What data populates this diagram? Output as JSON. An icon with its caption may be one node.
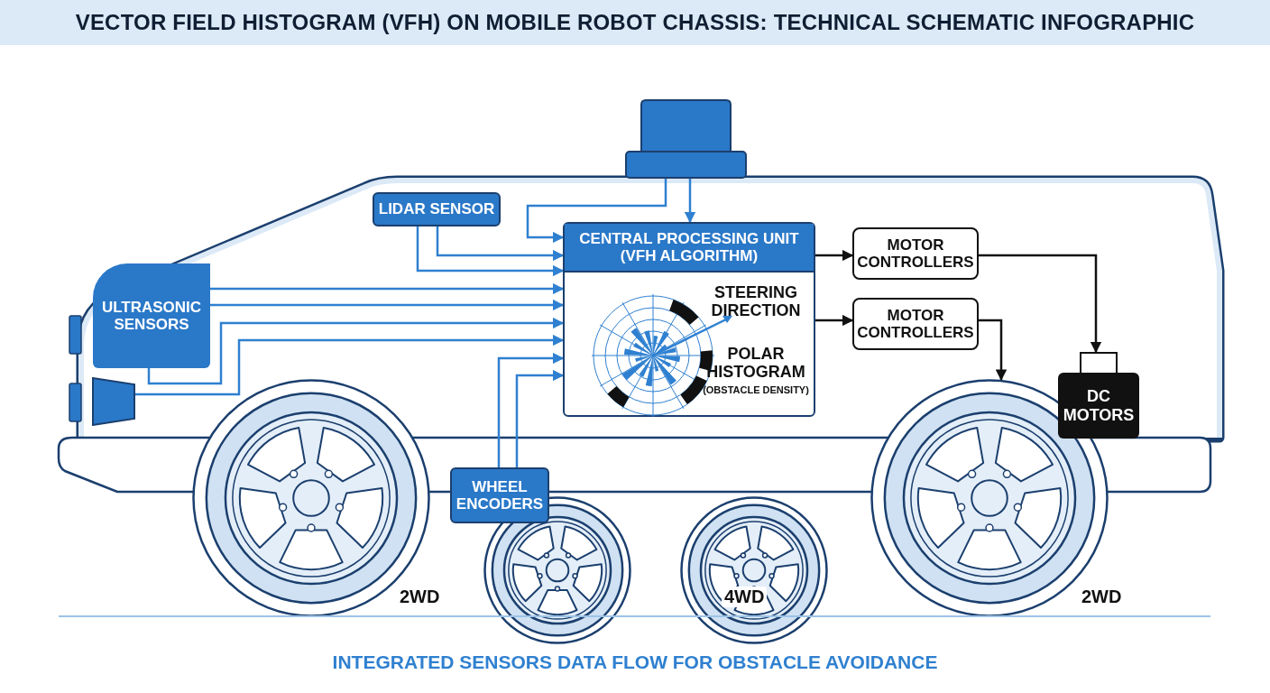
{
  "diagram": {
    "title": "VECTOR FIELD HISTOGRAM (VFH) ON MOBILE ROBOT CHASSIS: TECHNICAL SCHEMATIC INFOGRAPHIC",
    "caption": "INTEGRATED SENSORS DATA FLOW FOR OBSTACLE AVOIDANCE",
    "nodes": [
      {
        "text": [
          "LIDAR SENSOR"
        ]
      },
      {
        "text": [
          "ULTRASONIC SENSORS"
        ]
      },
      {
        "text": [],
        "shape": "box"
      },
      {
        "text": [],
        "shape": "box"
      },
      {
        "text": [
          "CENTRAL PROCESSING UNIT (VFH ALGORITHM)",
          "STEERING DIRECTION",
          "POLAR HISTOGRAM",
          "(OBSTACLE DENSITY)"
        ]
      },
      {
        "text": [
          "WHEEL ENCODERS"
        ]
      },
      {
        "text": [
          "MOTOR CONTROLLERS"
        ]
      },
      {
        "text": [
          "MOTOR CONTROLLERS"
        ]
      },
      {
        "text": [
          "DC MOTORS"
        ]
      },
      {
        "text": [],
        "shape": "circle"
      }
    ],
    "edges": [
      {
        "from": 3,
        "to": 4,
        "arrow": "to"
      },
      {
        "from": 3,
        "to": 4,
        "arrow": "to"
      },
      {
        "from": 0,
        "to": 4,
        "arrow": "to"
      },
      {
        "from": 0,
        "to": 4,
        "arrow": "to"
      },
      {
        "from": 1,
        "to": 4,
        "arrow": "to"
      },
      {
        "from": 1,
        "to": 4,
        "arrow": "to"
      },
      {
        "from": 1,
        "to": 4,
        "arrow": "to"
      },
      {
        "from": 2,
        "to": 4,
        "arrow": "to"
      },
      {
        "from": 5,
        "to": 4,
        "arrow": "to"
      },
      {
        "from": 5,
        "to": 4,
        "arrow": "to"
      },
      {
        "from": 4,
        "to": 6,
        "arrow": "to",
        "color": "#111111"
      },
      {
        "from": 4,
        "to": 7,
        "arrow": "to",
        "color": "#111111"
      },
      {
        "from": 6,
        "to": 8,
        "arrow": "to",
        "color": "#111111"
      },
      {
        "from": 7,
        "to": 9,
        "arrow": "to",
        "color": "#111111"
      }
    ],
    "labels": [
      "2WD",
      "4WD",
      "2WD"
    ]
  }
}
